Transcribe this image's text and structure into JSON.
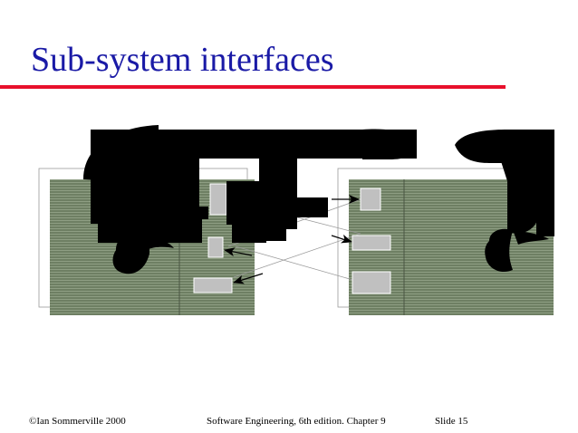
{
  "slide": {
    "title": "Sub-system interfaces"
  },
  "footer": {
    "copyright": "©Ian Sommerville 2000",
    "book": "Software Engineering, 6th edition. Chapter 9",
    "slide_number": "Slide  15"
  },
  "colors": {
    "title": "#1a1aa6",
    "rule": "#e8102c",
    "subsystem_fill": "#6e7f63",
    "interface_fill": "#c0c0c0"
  }
}
